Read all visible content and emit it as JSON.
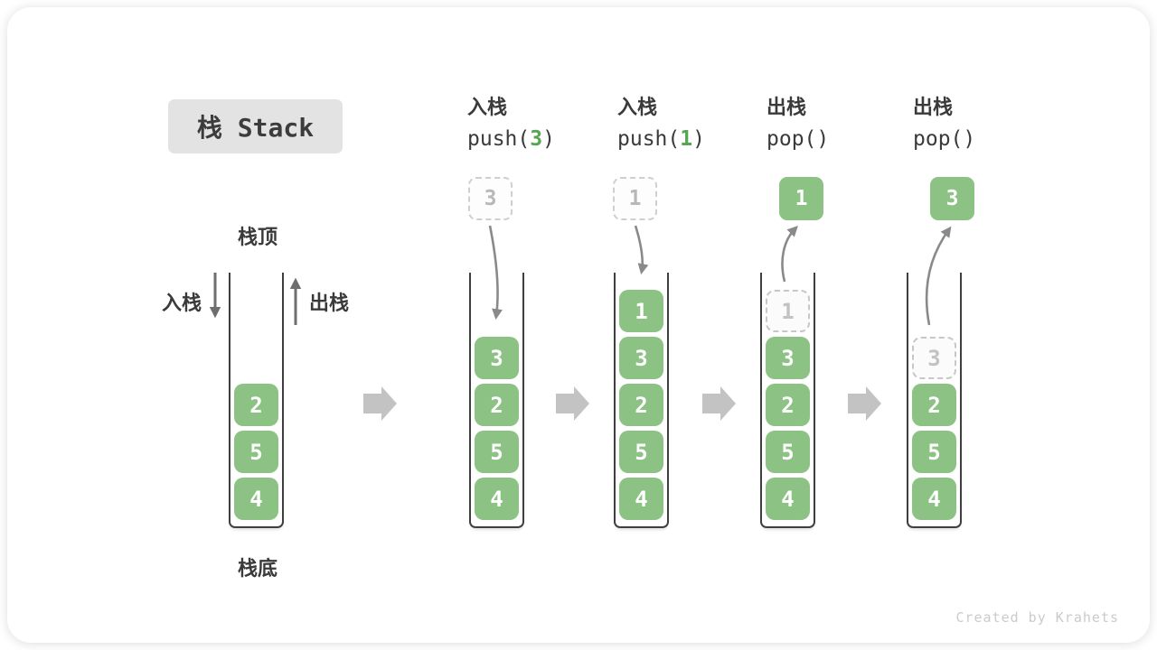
{
  "title": "栈 Stack",
  "legend": {
    "stack_top": "栈顶",
    "stack_bottom": "栈底",
    "push_label": "入栈",
    "pop_label": "出栈"
  },
  "watermark": "Created by Krahets",
  "colors": {
    "cell_green": "#8cc284",
    "code_green": "#55a552",
    "thin_arrow_gray": "#6e6e6e",
    "curve_arrow_gray": "#8a8a8a",
    "block_arrow_gray": "#c3c3c3"
  },
  "columns": [
    {
      "key": "initial-stack",
      "cells": [
        {
          "value": "2",
          "variant": "solid"
        },
        {
          "value": "5",
          "variant": "solid"
        },
        {
          "value": "4",
          "variant": "solid"
        }
      ]
    },
    {
      "key": "after-push-3",
      "op": {
        "zh": "入栈",
        "code_before": "push(",
        "arg": "3",
        "code_after": ")"
      },
      "floating": {
        "value": "3",
        "variant": "ghost"
      },
      "cells": [
        {
          "value": "3",
          "variant": "solid"
        },
        {
          "value": "2",
          "variant": "solid"
        },
        {
          "value": "5",
          "variant": "solid"
        },
        {
          "value": "4",
          "variant": "solid"
        }
      ]
    },
    {
      "key": "after-push-1",
      "op": {
        "zh": "入栈",
        "code_before": "push(",
        "arg": "1",
        "code_after": ")"
      },
      "floating": {
        "value": "1",
        "variant": "ghost"
      },
      "cells": [
        {
          "value": "1",
          "variant": "solid"
        },
        {
          "value": "3",
          "variant": "solid"
        },
        {
          "value": "2",
          "variant": "solid"
        },
        {
          "value": "5",
          "variant": "solid"
        },
        {
          "value": "4",
          "variant": "solid"
        }
      ]
    },
    {
      "key": "after-pop-1",
      "op": {
        "zh": "出栈",
        "code_before": "pop(",
        "arg": "",
        "code_after": ")"
      },
      "floating": {
        "value": "1",
        "variant": "solid"
      },
      "cells": [
        {
          "value": "1",
          "variant": "ghost"
        },
        {
          "value": "3",
          "variant": "solid"
        },
        {
          "value": "2",
          "variant": "solid"
        },
        {
          "value": "5",
          "variant": "solid"
        },
        {
          "value": "4",
          "variant": "solid"
        }
      ]
    },
    {
      "key": "after-pop-3",
      "op": {
        "zh": "出栈",
        "code_before": "pop(",
        "arg": "",
        "code_after": ")"
      },
      "floating": {
        "value": "3",
        "variant": "solid"
      },
      "cells": [
        {
          "value": "3",
          "variant": "ghost"
        },
        {
          "value": "2",
          "variant": "solid"
        },
        {
          "value": "5",
          "variant": "solid"
        },
        {
          "value": "4",
          "variant": "solid"
        }
      ]
    }
  ]
}
